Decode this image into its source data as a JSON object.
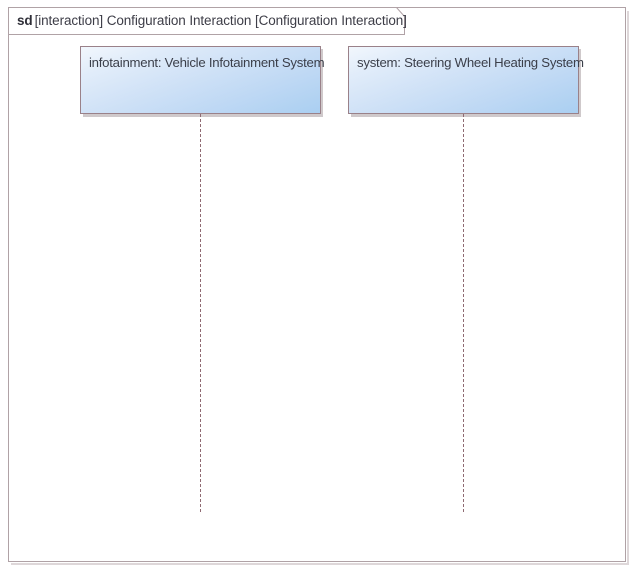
{
  "diagram": {
    "type": "uml-sequence-diagram",
    "frame": {
      "keyword": "sd",
      "title": "[interaction] Configuration Interaction [Configuration Interaction]"
    },
    "lifelines": [
      {
        "id": "infotainment",
        "label": "infotainment: Vehicle Infotainment System",
        "role": "infotainment",
        "classifier": "Vehicle Infotainment System"
      },
      {
        "id": "system",
        "label": "system: Steering Wheel Heating System",
        "role": "system",
        "classifier": "Steering Wheel Heating System"
      }
    ],
    "messages": [],
    "colors": {
      "frame_border": "#b0a2a6",
      "box_border": "#9a8189",
      "box_fill_top": "#f2f7fd",
      "box_fill_bottom": "#aacff1",
      "lifeline": "#8f6a72",
      "text": "#3b3f4a",
      "shadow": "#cfc9cb"
    }
  }
}
